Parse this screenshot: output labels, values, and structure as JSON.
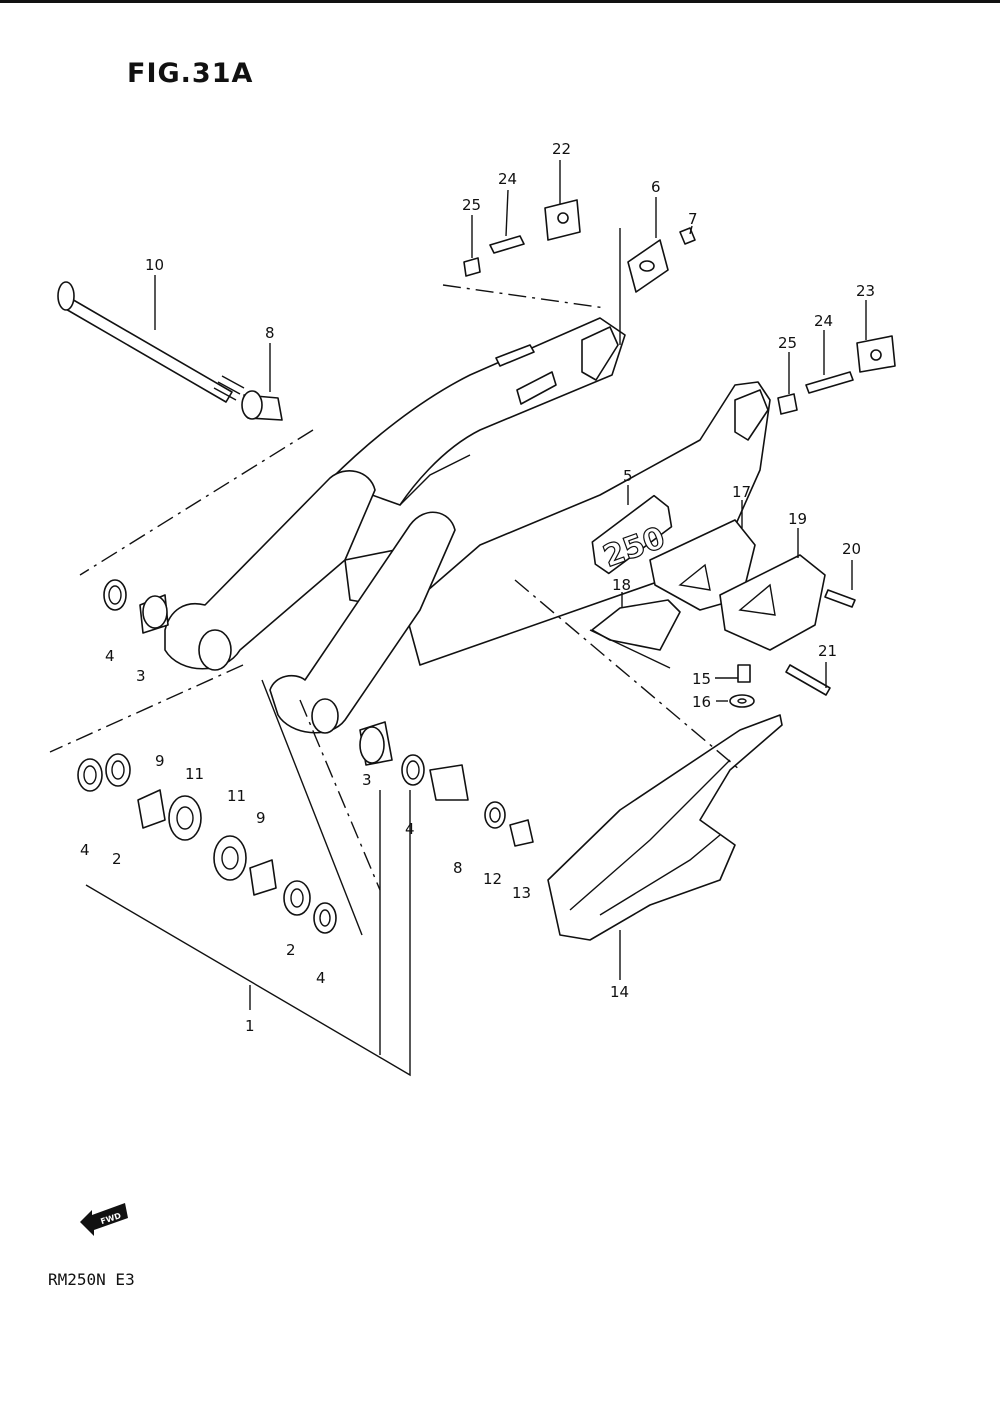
{
  "figure": {
    "title": "FIG.31A",
    "model": "RM250N E3"
  },
  "fwd_badge": {
    "text": "FWD",
    "icon": "fwd-arrow-icon"
  },
  "swingarm": {
    "decal_text": "250"
  },
  "callouts": {
    "c1": "1",
    "c2a": "2",
    "c2b": "2",
    "c3a": "3",
    "c3b": "3",
    "c4a": "4",
    "c4b": "4",
    "c4c": "4",
    "c4d": "4",
    "c5": "5",
    "c6": "6",
    "c7": "7",
    "c8a": "8",
    "c8b": "8",
    "c9a": "9",
    "c9b": "9",
    "c10": "10",
    "c11a": "11",
    "c11b": "11",
    "c12": "12",
    "c13": "13",
    "c14": "14",
    "c15": "15",
    "c16": "16",
    "c17": "17",
    "c18": "18",
    "c19": "19",
    "c20": "20",
    "c21": "21",
    "c22": "22",
    "c23": "23",
    "c24a": "24",
    "c24b": "24",
    "c25a": "25",
    "c25b": "25"
  }
}
